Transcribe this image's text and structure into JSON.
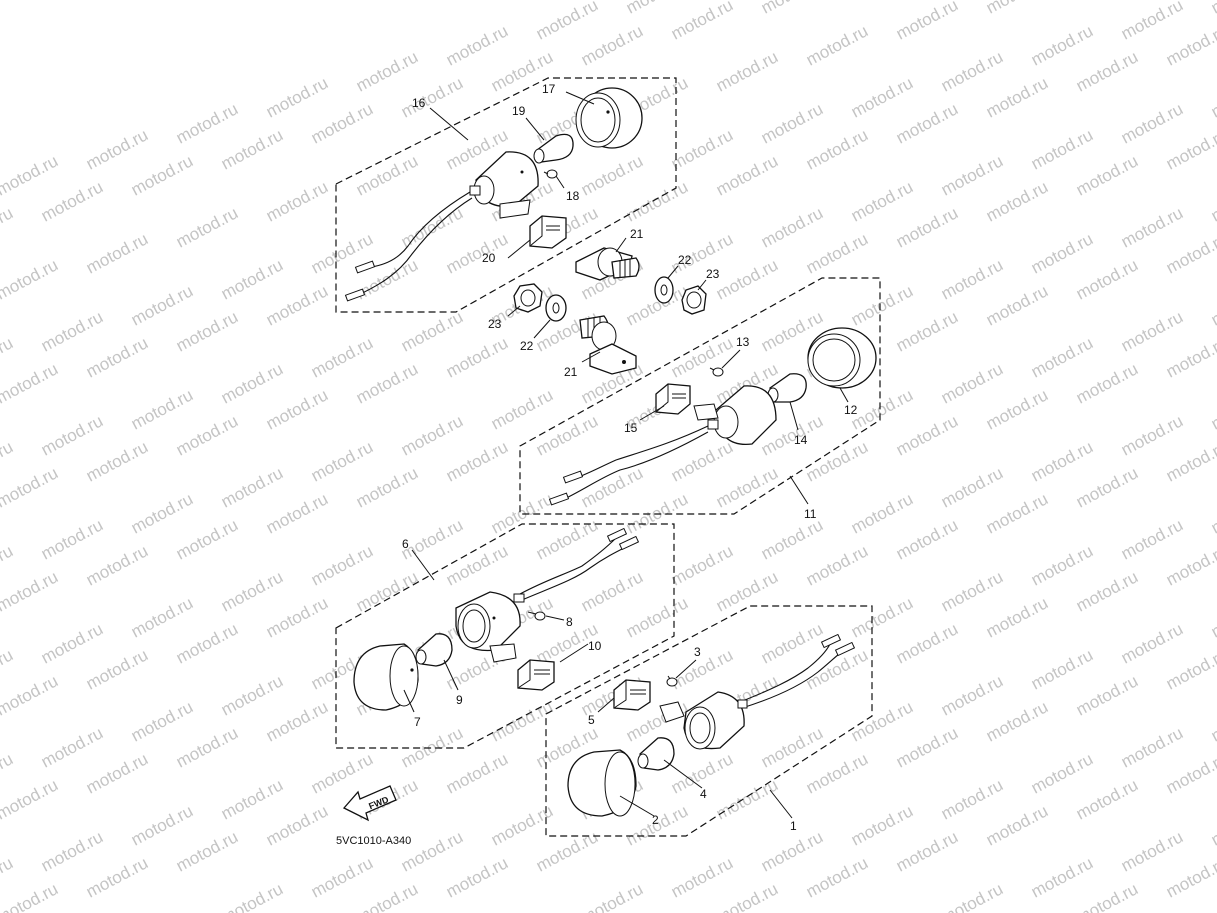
{
  "watermark": {
    "text": "motod.ru"
  },
  "diagram_code": "5VC1010-A340",
  "fwd_label": "FWD",
  "callouts": {
    "c1": "1",
    "c2": "2",
    "c3": "3",
    "c4": "4",
    "c5": "5",
    "c6": "6",
    "c7": "7",
    "c8": "8",
    "c9": "9",
    "c10": "10",
    "c11": "11",
    "c12": "12",
    "c13": "13",
    "c14": "14",
    "c15": "15",
    "c16": "16",
    "c17": "17",
    "c18": "18",
    "c19": "19",
    "c20": "20",
    "c21a": "21",
    "c21b": "21",
    "c22a": "22",
    "c22b": "22",
    "c23a": "23",
    "c23b": "23"
  }
}
